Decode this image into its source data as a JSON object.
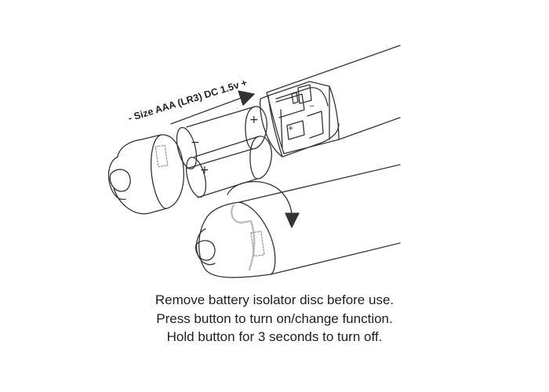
{
  "battery_spec_label": "- Size AAA (LR3) DC 1.5v +",
  "battery_top_symbols": {
    "minus": "−",
    "plus": "+"
  },
  "battery_bottom_symbols": {
    "plus": "+"
  },
  "contact_symbols": {
    "plus": "+",
    "minus": "−"
  },
  "instructions": {
    "line1": "Remove battery isolator disc before use.",
    "line2": "Press button to turn on/change function.",
    "line3": "Hold button for 3 seconds to turn off."
  },
  "colors": {
    "stroke": "#333333",
    "isolator": "#bdbdbd",
    "background": "#ffffff"
  }
}
